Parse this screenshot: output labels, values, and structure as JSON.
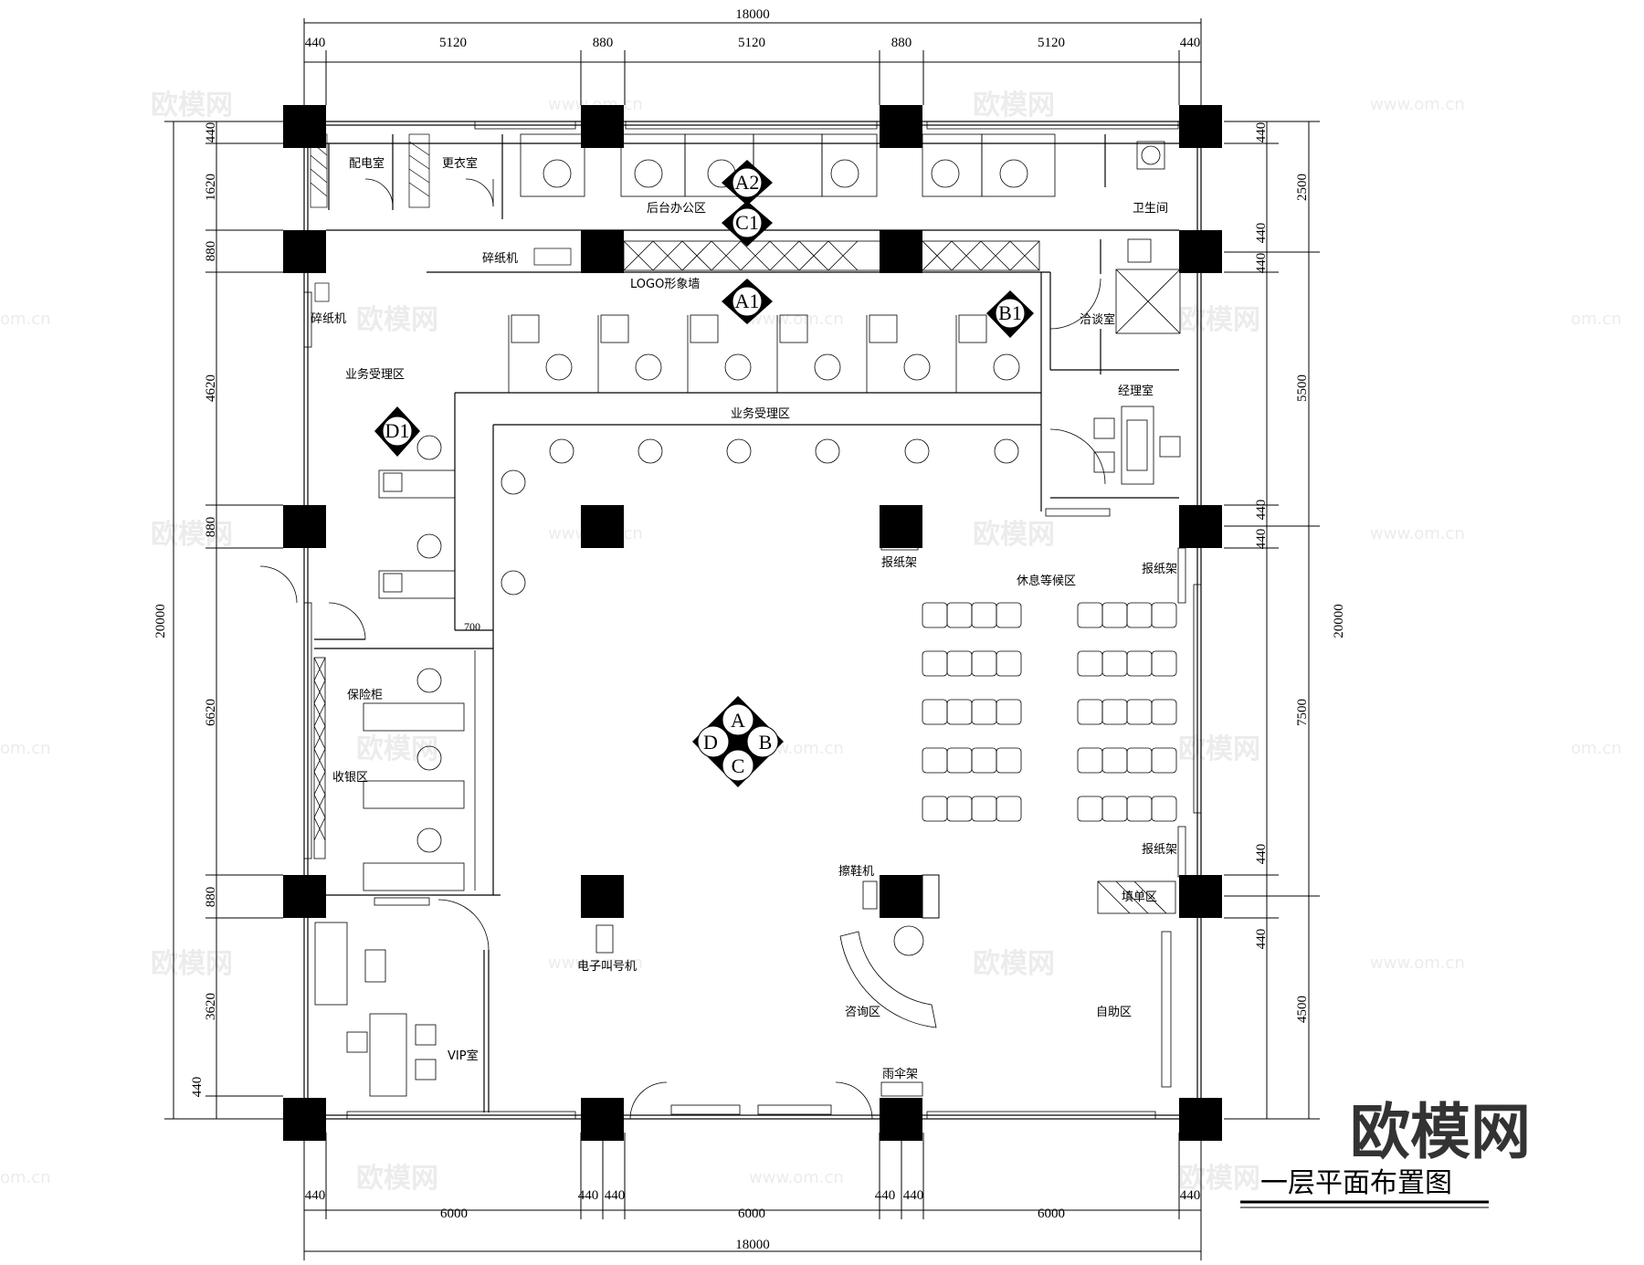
{
  "title": "一层平面布置图",
  "brand": "欧模网",
  "watermark": {
    "text": "欧模网",
    "url": "www.om.cn",
    "url_short": "om.cn"
  },
  "dims": {
    "top_total": "18000",
    "top": [
      "440",
      "5120",
      "880",
      "5120",
      "880",
      "5120",
      "440"
    ],
    "bottom": [
      "440",
      "6000",
      "440",
      "440",
      "6000",
      "440",
      "440",
      "6000",
      "440"
    ],
    "bottom_total": "18000",
    "left": [
      "440",
      "1620",
      "880",
      "4620",
      "880",
      "6620",
      "880",
      "3620",
      "440"
    ],
    "left_total": "20000",
    "right": [
      "440",
      "2500",
      "440",
      "440",
      "5500",
      "440",
      "440",
      "7500",
      "440",
      "440",
      "4500"
    ],
    "right_total": "20000",
    "inner": "700"
  },
  "rooms": {
    "power": "配电室",
    "locker": "更衣室",
    "back_office": "后台办公区",
    "toilet": "卫生间",
    "shredder_top": "碎纸机",
    "shredder_left": "碎纸机",
    "logo_wall": "LOGO形象墙",
    "negotiation": "洽谈室",
    "business_left": "业务受理区",
    "business_center": "业务受理区",
    "manager": "经理室",
    "newspaper_1": "报纸架",
    "newspaper_2": "报纸架",
    "newspaper_3": "报纸架",
    "waiting": "休息等候区",
    "safe": "保险柜",
    "cashier": "收银区",
    "shoe_machine": "擦鞋机",
    "form_area": "填单区",
    "queue_machine": "电子叫号机",
    "consult": "咨询区",
    "self_service": "自助区",
    "vip": "VIP室",
    "umbrella": "雨伞架"
  },
  "markers": {
    "a1": "A1",
    "a2": "A2",
    "b1": "B1",
    "c1": "C1",
    "d1": "D1",
    "a": "A",
    "b": "B",
    "c": "C",
    "d": "D"
  }
}
